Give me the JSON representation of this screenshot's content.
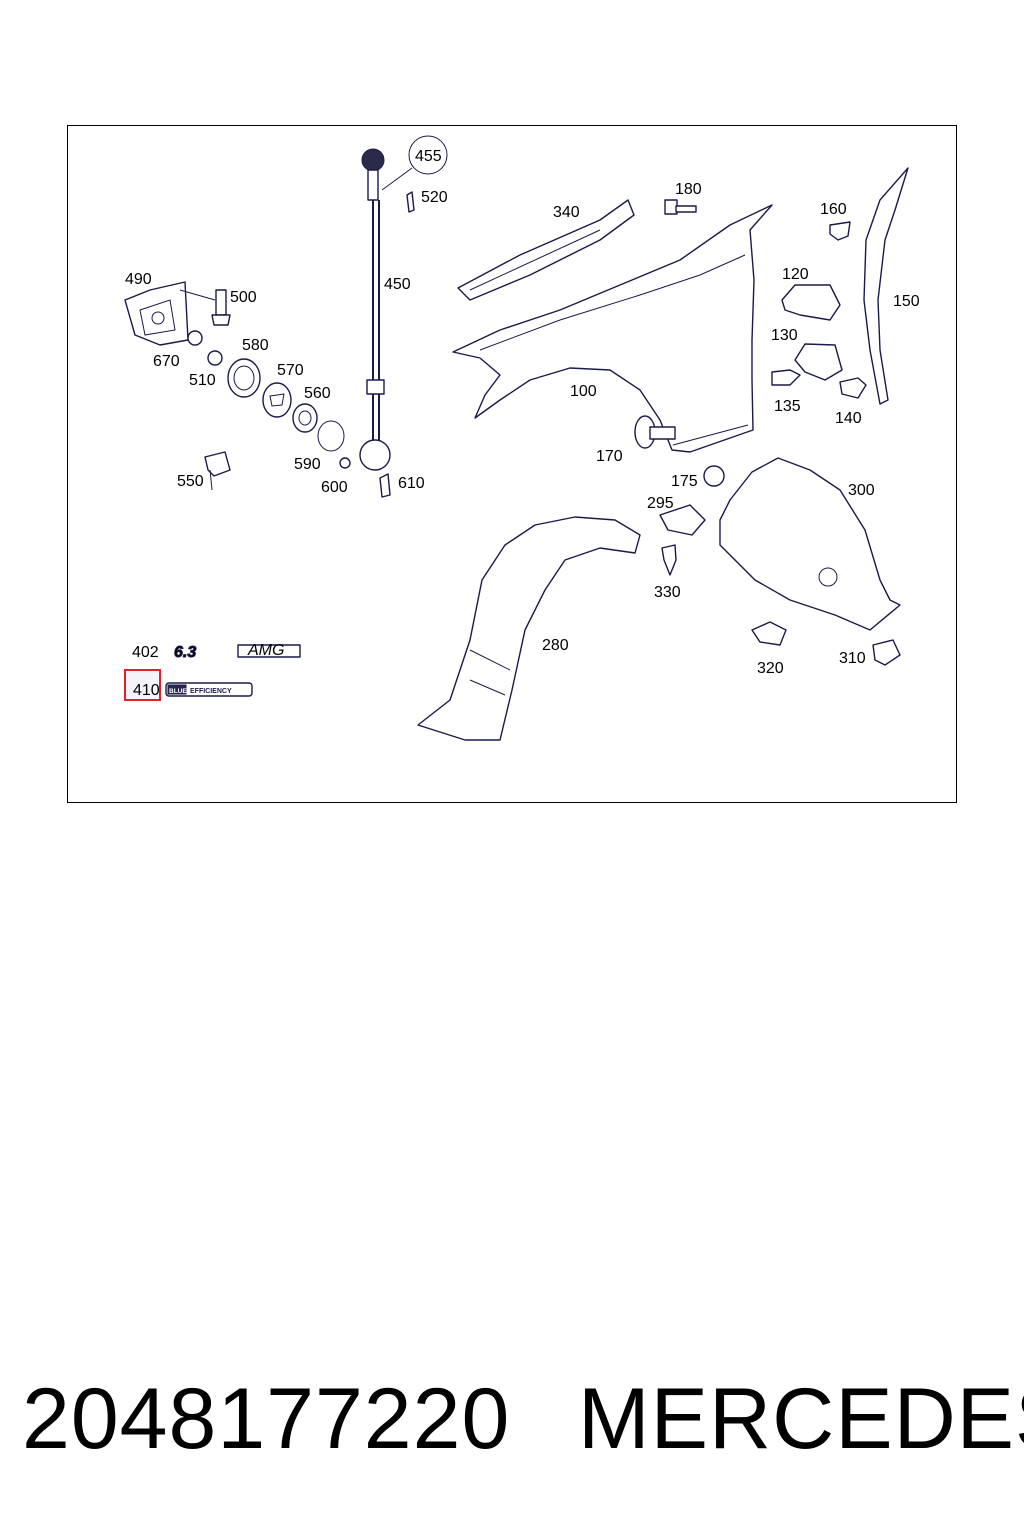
{
  "diagram": {
    "callouts": [
      "455",
      "520",
      "450",
      "490",
      "500",
      "580",
      "670",
      "510",
      "570",
      "560",
      "590",
      "600",
      "610",
      "550",
      "340",
      "180",
      "160",
      "120",
      "150",
      "130",
      "135",
      "140",
      "100",
      "170",
      "175",
      "295",
      "300",
      "330",
      "280",
      "320",
      "310",
      "402",
      "410"
    ],
    "badges": {
      "badge_63": "6.3",
      "badge_amg": "AMG",
      "badge_blue": "BLUE",
      "badge_efficiency": "EFFICIENCY"
    },
    "highlighted_callout": "410",
    "highlight_color": "#e0202a"
  },
  "footer": {
    "part_number": "2048177220",
    "brand": "MERCEDES"
  }
}
